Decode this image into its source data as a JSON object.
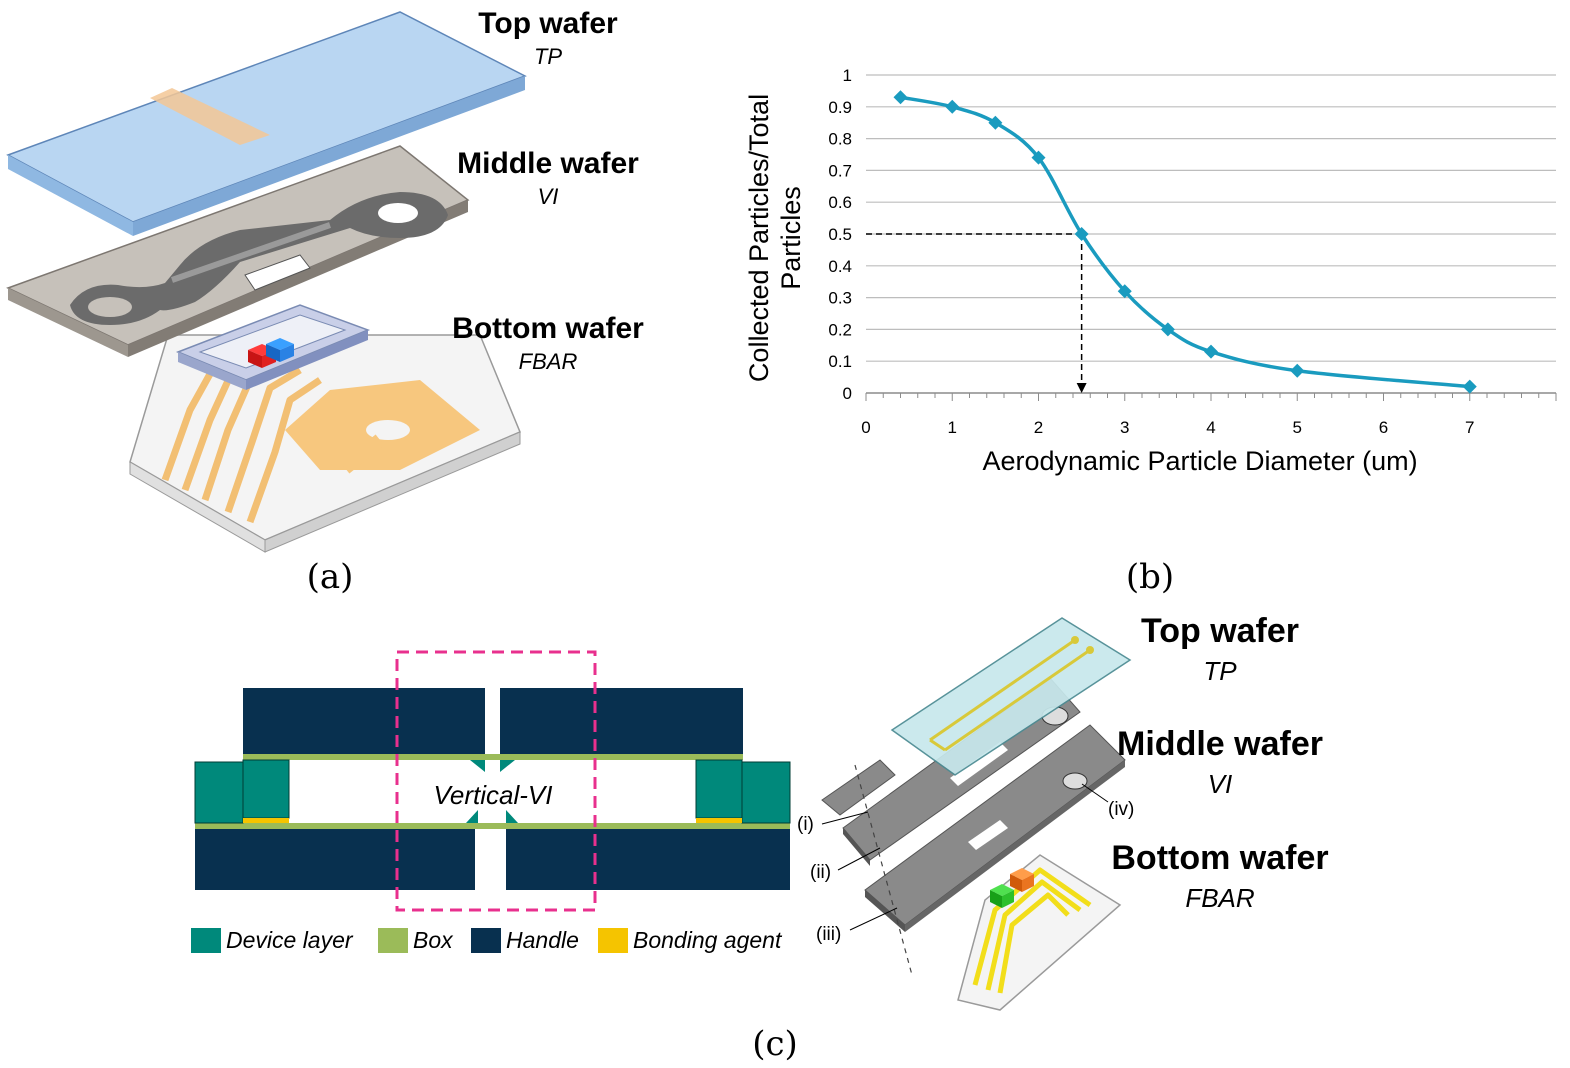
{
  "panel_a": {
    "letter": "(a)",
    "layers": [
      {
        "name": "Top wafer",
        "abbr": "TP"
      },
      {
        "name": "Middle wafer",
        "abbr": "VI"
      },
      {
        "name": "Bottom wafer",
        "abbr": "FBAR"
      }
    ]
  },
  "panel_b": {
    "letter": "(b)",
    "chart_data": {
      "type": "line",
      "x": [
        0.4,
        1.0,
        1.5,
        2.0,
        2.5,
        3.0,
        3.5,
        4.0,
        5.0,
        7.0
      ],
      "values": [
        0.93,
        0.9,
        0.85,
        0.74,
        0.5,
        0.32,
        0.2,
        0.13,
        0.07,
        0.02
      ],
      "xlabel": "Aerodynamic Particle Diameter (um)",
      "ylabel_lines": [
        "Collected Particles/Total",
        "Particles"
      ],
      "xlim": [
        0,
        8
      ],
      "ylim": [
        0,
        1
      ],
      "xticks": [
        "0",
        "1",
        "2",
        "3",
        "4",
        "5",
        "6",
        "7"
      ],
      "yticks": [
        "0",
        "0.1",
        "0.2",
        "0.3",
        "0.4",
        "0.5",
        "0.6",
        "0.7",
        "0.8",
        "0.9",
        "1"
      ],
      "grid": "horizontal",
      "marker": "diamond",
      "annotation": {
        "x": 2.5,
        "y": 0.5,
        "style": "dashed-arrow"
      },
      "color": "#1a9bbf"
    }
  },
  "panel_c": {
    "letter": "(c)",
    "region_label": "Vertical-VI",
    "legend": [
      {
        "label": "Device layer",
        "color": "#00897b"
      },
      {
        "label": "Box",
        "color": "#9bbb59"
      },
      {
        "label": "Handle",
        "color": "#08304f"
      },
      {
        "label": "Bonding agent",
        "color": "#f5c400"
      }
    ],
    "layers": [
      {
        "name": "Top wafer",
        "abbr": "TP"
      },
      {
        "name": "Middle wafer",
        "abbr": "VI"
      },
      {
        "name": "Bottom wafer",
        "abbr": "FBAR"
      }
    ],
    "callouts": [
      "(i)",
      "(ii)",
      "(iii)",
      "(iv)"
    ]
  }
}
